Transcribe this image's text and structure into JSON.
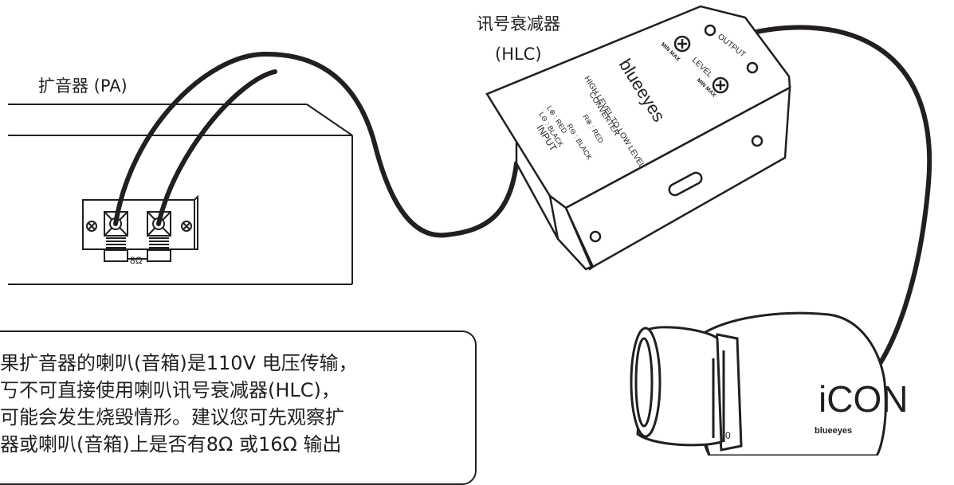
{
  "labels": {
    "amplifier": "扩音器 (PA)",
    "hlc_line1": "讯号衰减器",
    "hlc_line2": "(HLC)",
    "impedance": "8Ω"
  },
  "hlc_device": {
    "brand": "blueeyes",
    "title_line1": "HIGH LEVEL TO LOW LEVEL",
    "title_line2": "CONVERTER",
    "left_red": "L⊕ : RED",
    "left_black": "L⊖ : BLACK",
    "right_red": "R⊕ : RED",
    "right_black": "R⊖ : BLACK",
    "input": "INPUT",
    "output": "OUTPUT",
    "level": "LEVEL",
    "min_max_1": "MIN MAX",
    "min_max_2": "MIN MAX"
  },
  "camera": {
    "logo": "iCON",
    "brand": "blueeyes",
    "mark": "0"
  },
  "note": {
    "lines": [
      "果扩音器的喇叭(音箱)是110V 电压传输，",
      "丂不可直接使用喇叭讯号衰减器(HLC)，",
      "可能会发生烧毁情形。建议您可先观察扩",
      "器或喇叭(音箱)上是否有8Ω 或16Ω 输出"
    ]
  },
  "colors": {
    "line": "#231f20",
    "background": "#ffffff"
  }
}
